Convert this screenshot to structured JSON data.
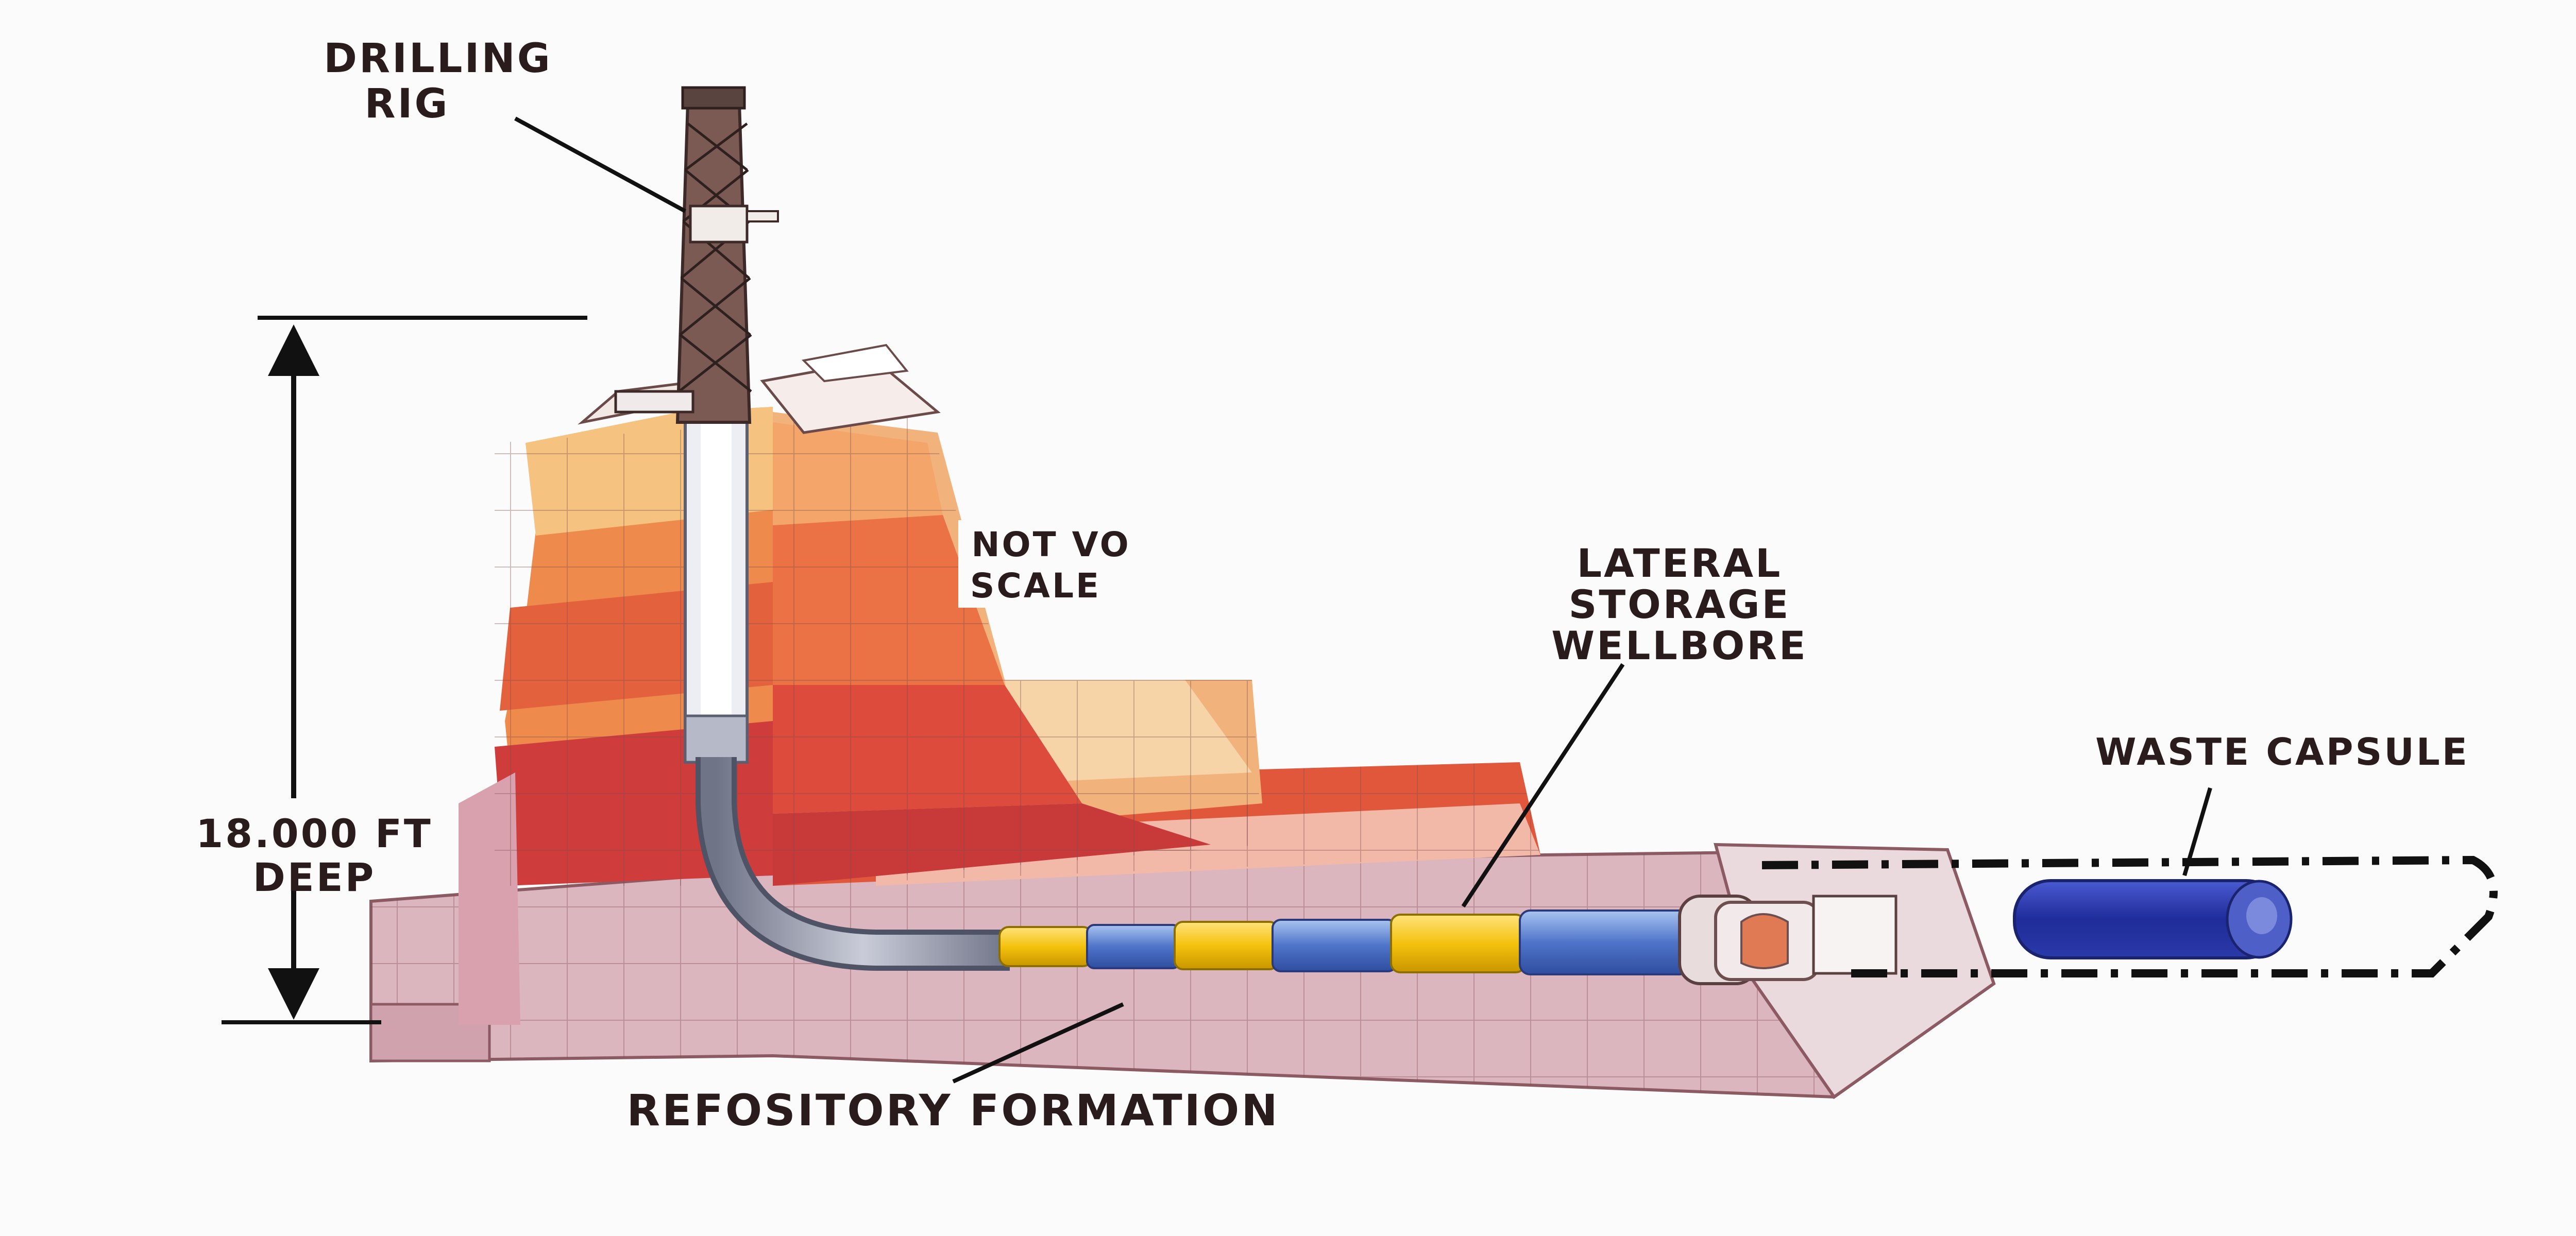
{
  "labels": {
    "drilling_rig": [
      "DRILLING",
      "RIG"
    ],
    "depth": [
      "18.000 FT",
      "DEEP"
    ],
    "scale_note": [
      "NOT VO",
      "SCALE"
    ],
    "lateral_wellbore": [
      "LATERAL",
      "STORAGE",
      "WELLBORE"
    ],
    "waste_capsule": "WASTE CAPSULE",
    "repository_formation": "REFOSITORY FORMATION"
  },
  "colors": {
    "layer_top": "#f4c79a",
    "layer_orange": "#ef8a4a",
    "layer_red": "#e2553a",
    "layer_deep_red": "#c8363a",
    "formation": "#d9b3bb",
    "capsule_blue": "#2a3aa8",
    "capsule_yellow": "#f4c20d",
    "casing_gray": "#8e93a8"
  },
  "icons": [
    "drilling-rig-tower-icon",
    "waste-capsule-icon"
  ]
}
